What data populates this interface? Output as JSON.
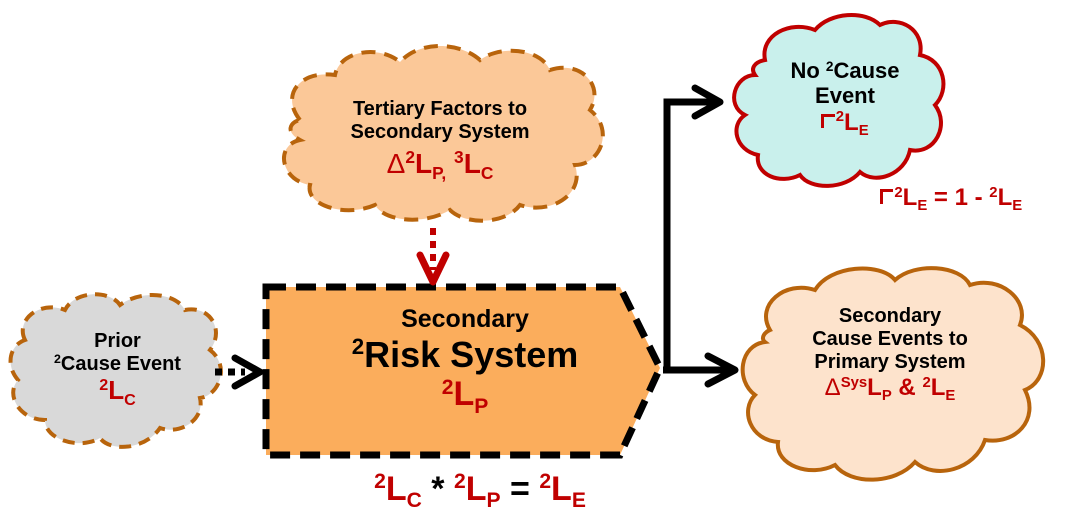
{
  "colors": {
    "formula_red": "#c00000",
    "orange_fill": "#fbad5c",
    "peach_fill": "#fbc898",
    "light_peach_fill": "#fde3cc",
    "cyan_fill": "#c9f0ec",
    "gray_fill": "#d9d9d9",
    "brown_stroke": "#b8640c",
    "red_stroke": "#c00000",
    "black": "#000000"
  },
  "tertiary_cloud": {
    "line1": "Tertiary Factors to",
    "line2": "Secondary System",
    "formula": {
      "delta": "Δ",
      "sup1": "2",
      "base1": "L",
      "sub1": "P,",
      "sup2": "3",
      "base2": "L",
      "sub2": "C"
    }
  },
  "prior_cloud": {
    "line1": "Prior",
    "line2_sup": "2",
    "line2": "Cause Event",
    "formula": {
      "sup": "2",
      "base": "L",
      "sub": "C"
    }
  },
  "risk_system": {
    "line1": "Secondary",
    "line2_sup": "2",
    "line2": "Risk System",
    "formula": {
      "sup": "2",
      "base": "L",
      "sub": "P"
    }
  },
  "no_cause_cloud": {
    "line1_prefix": "No ",
    "line1_sup": "2",
    "line1": "Cause",
    "line2": "Event",
    "formula": {
      "sup": "2",
      "base": "L",
      "sub": "E"
    }
  },
  "secondary_cause_cloud": {
    "line1": "Secondary",
    "line2": "Cause Events to",
    "line3": "Primary System",
    "formula": {
      "delta": "Δ",
      "sup1": "Sys",
      "base1": "L",
      "sub1": "P",
      "amp": " & ",
      "sup2": "2",
      "base2": "L",
      "sub2": "E"
    }
  },
  "equations": {
    "complement": {
      "sup1": "2",
      "base1": "L",
      "sub1": "E",
      "rest": " = 1 - ",
      "sup2": "2",
      "base2": "L",
      "sub2": "E"
    },
    "product": {
      "sup1": "2",
      "base1": "L",
      "sub1": "C",
      "op": " * ",
      "sup2": "2",
      "base2": "L",
      "sub2": "P",
      "eq": " = ",
      "sup3": "2",
      "base3": "L",
      "sub3": "E"
    }
  }
}
